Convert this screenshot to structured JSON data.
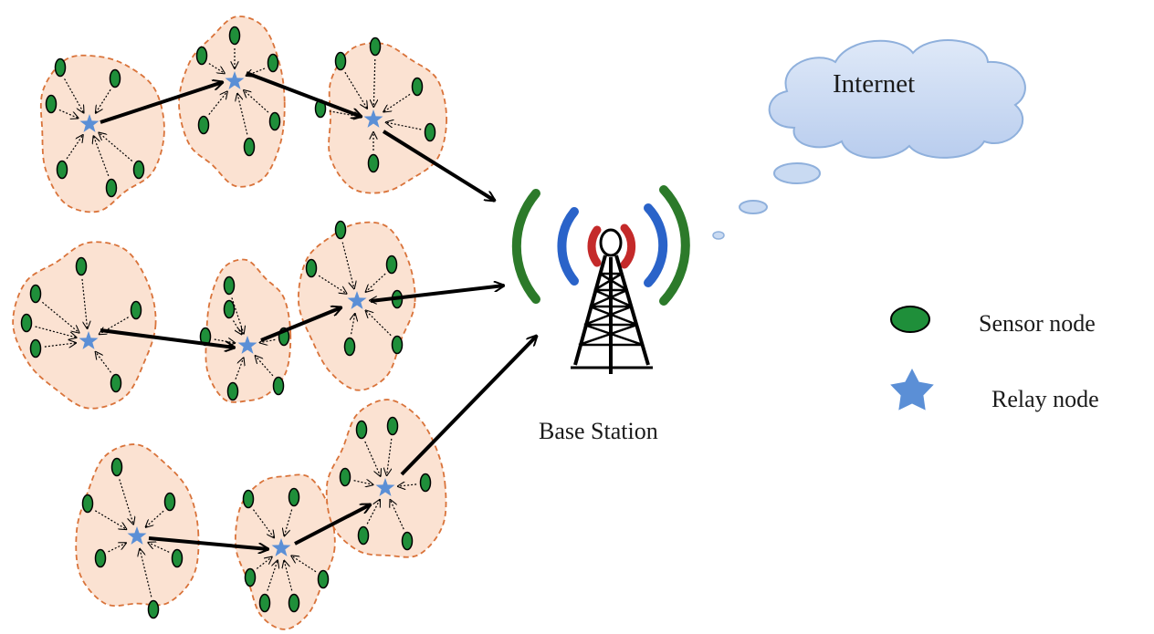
{
  "labels": {
    "internet": "Internet",
    "base_station": "Base Station",
    "sensor_node": "Sensor node",
    "relay_node": "Relay node"
  },
  "colors": {
    "cluster_fill": "#fbe2d2",
    "cluster_border": "#d9733a",
    "sensor_fill": "#1f8f3a",
    "relay_fill": "#5b8fd6",
    "cloud_fill": "#c9daf2",
    "cloud_stroke": "#8fb0dc",
    "arc_green": "#2c7a2a",
    "arc_blue": "#2a63c9",
    "arc_red": "#c42a2a"
  },
  "icons": [
    "cloud-icon",
    "antenna-tower-icon",
    "sensor-node-icon",
    "relay-node-icon"
  ]
}
